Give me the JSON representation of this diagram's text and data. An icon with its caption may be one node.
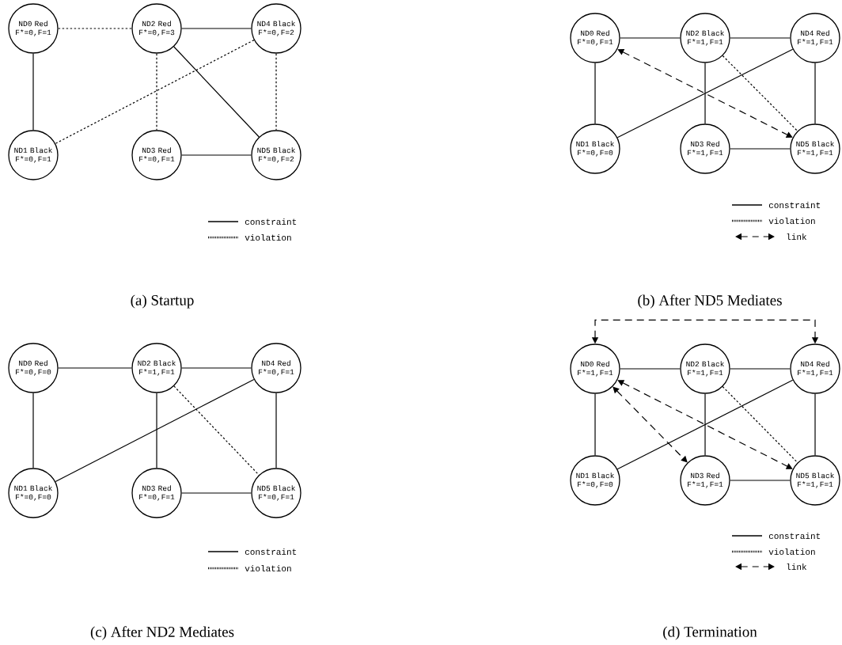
{
  "diagram": {
    "nodes": [
      {
        "text": [
          "ND0 Red F*=0,F=1"
        ]
      },
      {
        "text": [
          "ND1 Black F*=0,F=1"
        ]
      },
      {
        "text": [
          "ND2 Red F*=0,F=3"
        ]
      },
      {
        "text": [
          "ND3 Red F*=0,F=1"
        ]
      },
      {
        "text": [
          "ND4 Black F*=0,F=2"
        ]
      },
      {
        "text": [
          "ND5 Black F*=0,F=2"
        ]
      },
      {
        "text": [
          "ND0 Red F*=0,F=1"
        ]
      },
      {
        "text": [
          "ND1 Black F*=0,F=0"
        ]
      },
      {
        "text": [
          "ND2 Black F*=1,F=1"
        ]
      },
      {
        "text": [
          "ND3 Red F*=1,F=1"
        ]
      },
      {
        "text": [
          "ND4 Red F*=1,F=1"
        ]
      },
      {
        "text": [
          "ND5 Black F*=1,F=1"
        ]
      },
      {
        "text": [
          "ND0 Red F*=0,F=0"
        ]
      },
      {
        "text": [
          "ND1 Black F*=0,F=0"
        ]
      },
      {
        "text": [
          "ND2 Black F*=1,F=1"
        ]
      },
      {
        "text": [
          "ND3 Red F*=0,F=1"
        ]
      },
      {
        "text": [
          "ND4 Red F*=0,F=1"
        ]
      },
      {
        "text": [
          "ND5 Black F*=0,F=1"
        ]
      },
      {
        "text": [
          "ND0 Red F*=1,F=1"
        ]
      },
      {
        "text": [
          "ND1 Black F*=0,F=0"
        ]
      },
      {
        "text": [
          "ND2 Black F*=1,F=1"
        ]
      },
      {
        "text": [
          "ND3 Red F*=1,F=1"
        ]
      },
      {
        "text": [
          "ND4 Red F*=1,F=1"
        ]
      },
      {
        "text": [
          "ND5 Black F*=1,F=1"
        ]
      }
    ],
    "edges": [
      {
        "from": 0,
        "to": 2,
        "arrow": "none",
        "style": "dashed"
      },
      {
        "from": 2,
        "to": 4,
        "arrow": "none"
      },
      {
        "from": 0,
        "to": 1,
        "arrow": "none"
      },
      {
        "from": 2,
        "to": 3,
        "arrow": "none",
        "style": "dashed"
      },
      {
        "from": 2,
        "to": 5,
        "arrow": "none"
      },
      {
        "from": 4,
        "to": 1,
        "arrow": "none",
        "style": "dashed"
      },
      {
        "from": 4,
        "to": 5,
        "arrow": "none",
        "style": "dashed"
      },
      {
        "from": 3,
        "to": 5,
        "arrow": "none"
      },
      {
        "from": 6,
        "to": 8,
        "arrow": "none"
      },
      {
        "from": 8,
        "to": 10,
        "arrow": "none"
      },
      {
        "from": 6,
        "to": 7,
        "arrow": "none"
      },
      {
        "from": 7,
        "to": 10,
        "arrow": "none"
      },
      {
        "from": 8,
        "to": 9,
        "arrow": "none"
      },
      {
        "from": 10,
        "to": 11,
        "arrow": "none"
      },
      {
        "from": 9,
        "to": 11,
        "arrow": "none"
      },
      {
        "from": 8,
        "to": 11,
        "arrow": "none",
        "style": "dashed"
      },
      {
        "from": 6,
        "to": 11,
        "arrow": "both",
        "style": "dashed"
      },
      {
        "from": 12,
        "to": 14,
        "arrow": "none"
      },
      {
        "from": 14,
        "to": 16,
        "arrow": "none"
      },
      {
        "from": 12,
        "to": 13,
        "arrow": "none"
      },
      {
        "from": 13,
        "to": 16,
        "arrow": "none"
      },
      {
        "from": 14,
        "to": 15,
        "arrow": "none"
      },
      {
        "from": 16,
        "to": 17,
        "arrow": "none"
      },
      {
        "from": 15,
        "to": 17,
        "arrow": "none"
      },
      {
        "from": 14,
        "to": 17,
        "arrow": "none",
        "style": "dashed"
      },
      {
        "from": 18,
        "to": 20,
        "arrow": "none"
      },
      {
        "from": 20,
        "to": 22,
        "arrow": "none"
      },
      {
        "from": 18,
        "to": 19,
        "arrow": "none"
      },
      {
        "from": 19,
        "to": 22,
        "arrow": "none"
      },
      {
        "from": 20,
        "to": 21,
        "arrow": "none"
      },
      {
        "from": 22,
        "to": 23,
        "arrow": "none"
      },
      {
        "from": 21,
        "to": 23,
        "arrow": "none"
      },
      {
        "from": 20,
        "to": 23,
        "arrow": "none",
        "style": "dashed"
      },
      {
        "from": 18,
        "to": 22,
        "arrow": "both",
        "style": "dashed"
      },
      {
        "from": 18,
        "to": 21,
        "arrow": "both",
        "style": "dashed"
      },
      {
        "from": 18,
        "to": 23,
        "arrow": "both",
        "style": "dashed"
      }
    ],
    "labels": [
      "(a) Startup",
      "(b) After ND5 Mediates",
      "(c) After ND2 Mediates",
      "(d) Termination"
    ],
    "legend": [
      {
        "text": "constraint"
      },
      {
        "text": "violation"
      },
      {
        "text": "constraint"
      },
      {
        "text": "violation"
      },
      {
        "text": "link"
      },
      {
        "text": "constraint"
      },
      {
        "text": "violation"
      },
      {
        "text": "constraint"
      },
      {
        "text": "violation"
      },
      {
        "text": "link"
      }
    ]
  }
}
